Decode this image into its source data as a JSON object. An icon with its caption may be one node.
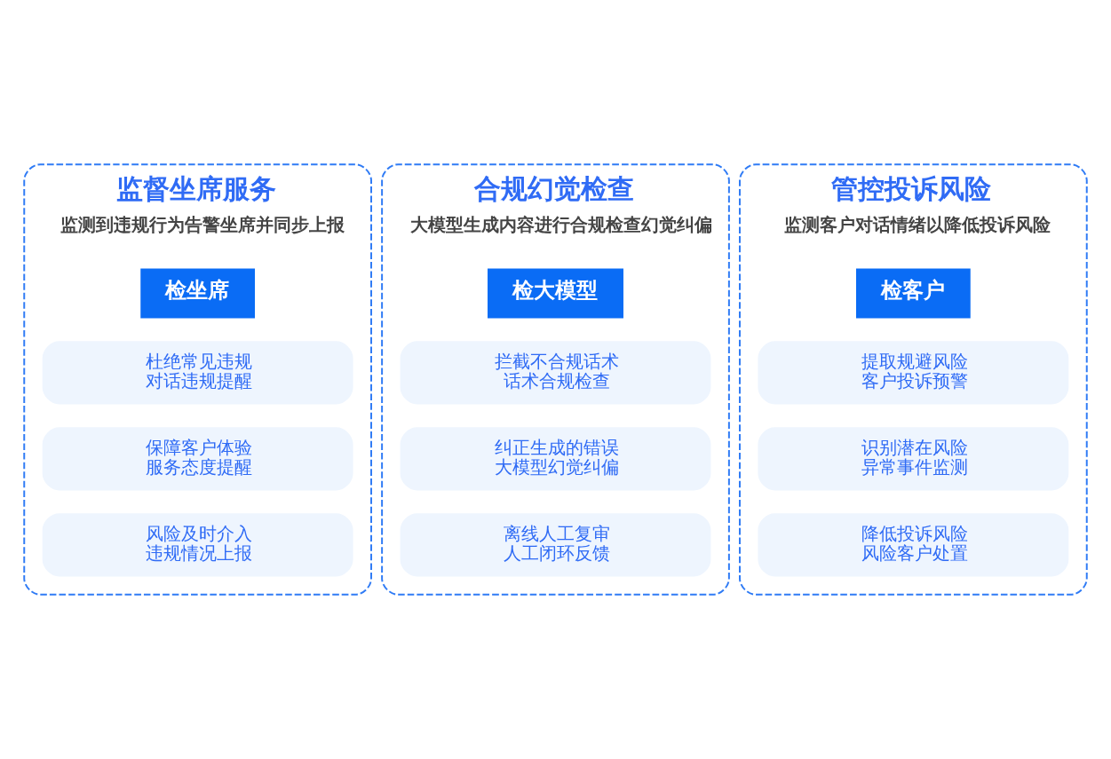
{
  "diagram": {
    "nodes": [
      {
        "text": [
          "监督坐席服务",
          "监测到违规行为告警坐席并同步上报"
        ]
      },
      {
        "text": [
          "检坐席"
        ],
        "in": 0
      },
      {
        "text": [
          "杜绝常见违规",
          "对话违规提醒"
        ],
        "in": 0
      },
      {
        "text": [
          "保障客户体验",
          "服务态度提醒"
        ],
        "in": 0
      },
      {
        "text": [
          "风险及时介入",
          "违规情况上报"
        ],
        "in": 0
      },
      {
        "text": [
          "合规幻觉检查",
          "大模型生成内容进行合规检查幻觉纠偏"
        ]
      },
      {
        "text": [
          "检大模型"
        ],
        "in": 5
      },
      {
        "text": [
          "拦截不合规话术",
          "话术合规检查"
        ],
        "in": 5
      },
      {
        "text": [
          "纠正生成的错误",
          "大模型幻觉纠偏"
        ],
        "in": 5
      },
      {
        "text": [
          "离线人工复审",
          "人工闭环反馈"
        ],
        "in": 5
      },
      {
        "text": [
          "管控投诉风险",
          "监测客户对话情绪以降低投诉风险"
        ]
      },
      {
        "text": [
          "检客户"
        ],
        "in": 10
      },
      {
        "text": [
          "提取规避风险",
          "客户投诉预警"
        ],
        "in": 10
      },
      {
        "text": [
          "识别潜在风险",
          "异常事件监测"
        ],
        "in": 10
      },
      {
        "text": [
          "降低投诉风险",
          "风险客户处置"
        ],
        "in": 10
      }
    ],
    "edges": []
  }
}
